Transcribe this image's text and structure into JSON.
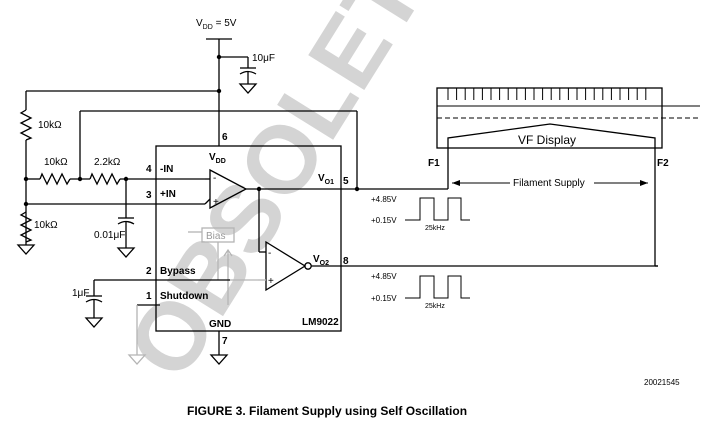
{
  "supply": {
    "vdd": "V",
    "vdd_sub": "DD",
    "vdd_value": " = 5V",
    "cap": "10μF"
  },
  "resistors": {
    "r_top": "10kΩ",
    "r_mid": "10kΩ",
    "r_series": "2.2kΩ",
    "r_bottom": "10kΩ"
  },
  "capacitors": {
    "c_filter": "0.01μF",
    "c_bypass": "1μF"
  },
  "chip": {
    "name": "LM9022",
    "vdd": "V",
    "vdd_sub": "DD",
    "gnd": "GND",
    "bias": "Bias",
    "in_minus": "-IN",
    "in_plus": "+IN",
    "bypass": "Bypass",
    "shutdown": "Shutdown",
    "vo1": "V",
    "vo1_sub": "O1",
    "vo2": "V",
    "vo2_sub": "O2",
    "plus_sign": "+",
    "minus_sign": "-",
    "pins": {
      "p1": "1",
      "p2": "2",
      "p3": "3",
      "p4": "4",
      "p5": "5",
      "p6": "6",
      "p7": "7",
      "p8": "8"
    }
  },
  "display": {
    "label": "VF Display",
    "f1": "F1",
    "f2": "F2",
    "filament": "Filament Supply"
  },
  "waveforms": {
    "w1_high": "+4.85V",
    "w1_low": "+0.15V",
    "w1_freq": "25kHz",
    "w2_high": "+4.85V",
    "w2_low": "+0.15V",
    "w2_freq": "25kHz"
  },
  "watermark": "OBSOLETE",
  "code": "20021545",
  "caption": "FIGURE 3. Filament Supply using Self Oscillation"
}
